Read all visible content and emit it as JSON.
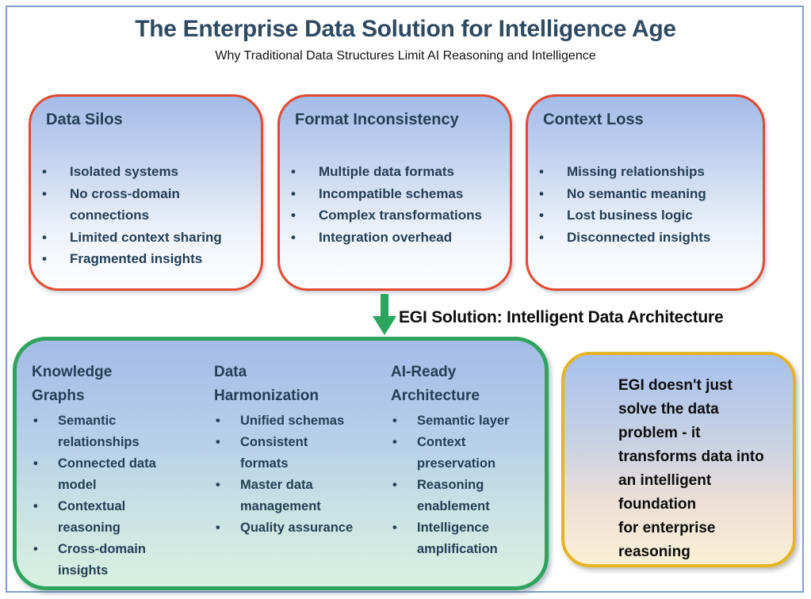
{
  "header": {
    "title": "The Enterprise Data Solution for Intelligence Age",
    "subtitle": "Why Traditional Data Structures Limit AI Reasoning and Intelligence"
  },
  "chars": {
    "bullet": "•"
  },
  "problem_boxes": [
    {
      "title": "Data Silos",
      "bullets": [
        "Isolated systems",
        "No cross-domain connections",
        "Limited context sharing",
        "Fragmented insights"
      ]
    },
    {
      "title": "Format Inconsistency",
      "bullets": [
        "Multiple data formats",
        "Incompatible schemas",
        "Complex transformations",
        "Integration overhead"
      ]
    },
    {
      "title": "Context Loss",
      "bullets": [
        "Missing relationships",
        "No semantic meaning",
        "Lost business logic",
        "Disconnected insights"
      ]
    }
  ],
  "solution": {
    "label": "EGI Solution: Intelligent Data Architecture",
    "columns": [
      {
        "title": "Knowledge Graphs",
        "bullets": [
          "Semantic relationships",
          "Connected data model",
          "Contextual reasoning",
          "Cross-domain insights"
        ]
      },
      {
        "title": "Data Harmonization",
        "bullets": [
          "Unified schemas",
          "Consistent formats",
          "Master data management",
          "Quality assurance"
        ]
      },
      {
        "title": "AI-Ready Architecture",
        "bullets": [
          "Semantic layer",
          "Context preservation",
          "Reasoning enablement",
          "Intelligence amplification"
        ]
      }
    ]
  },
  "callout": {
    "line1": "EGI doesn't just solve the data problem - it transforms data into an intelligent foundation",
    "line2": "for enterprise reasoning"
  },
  "colors": {
    "page_border": "#7d9ec9",
    "title_text": "#2e4a62",
    "box_heading_text": "#243f55",
    "problem_border": "#e04b31",
    "solution_border": "#2ea45c",
    "callout_border": "#e7b421",
    "arrow_green": "#2ba55d",
    "gradient_blue_top": "#a4bbe8",
    "gradient_green_bottom": "#d9f1e1",
    "gradient_cream_bottom": "#faf0d4"
  }
}
